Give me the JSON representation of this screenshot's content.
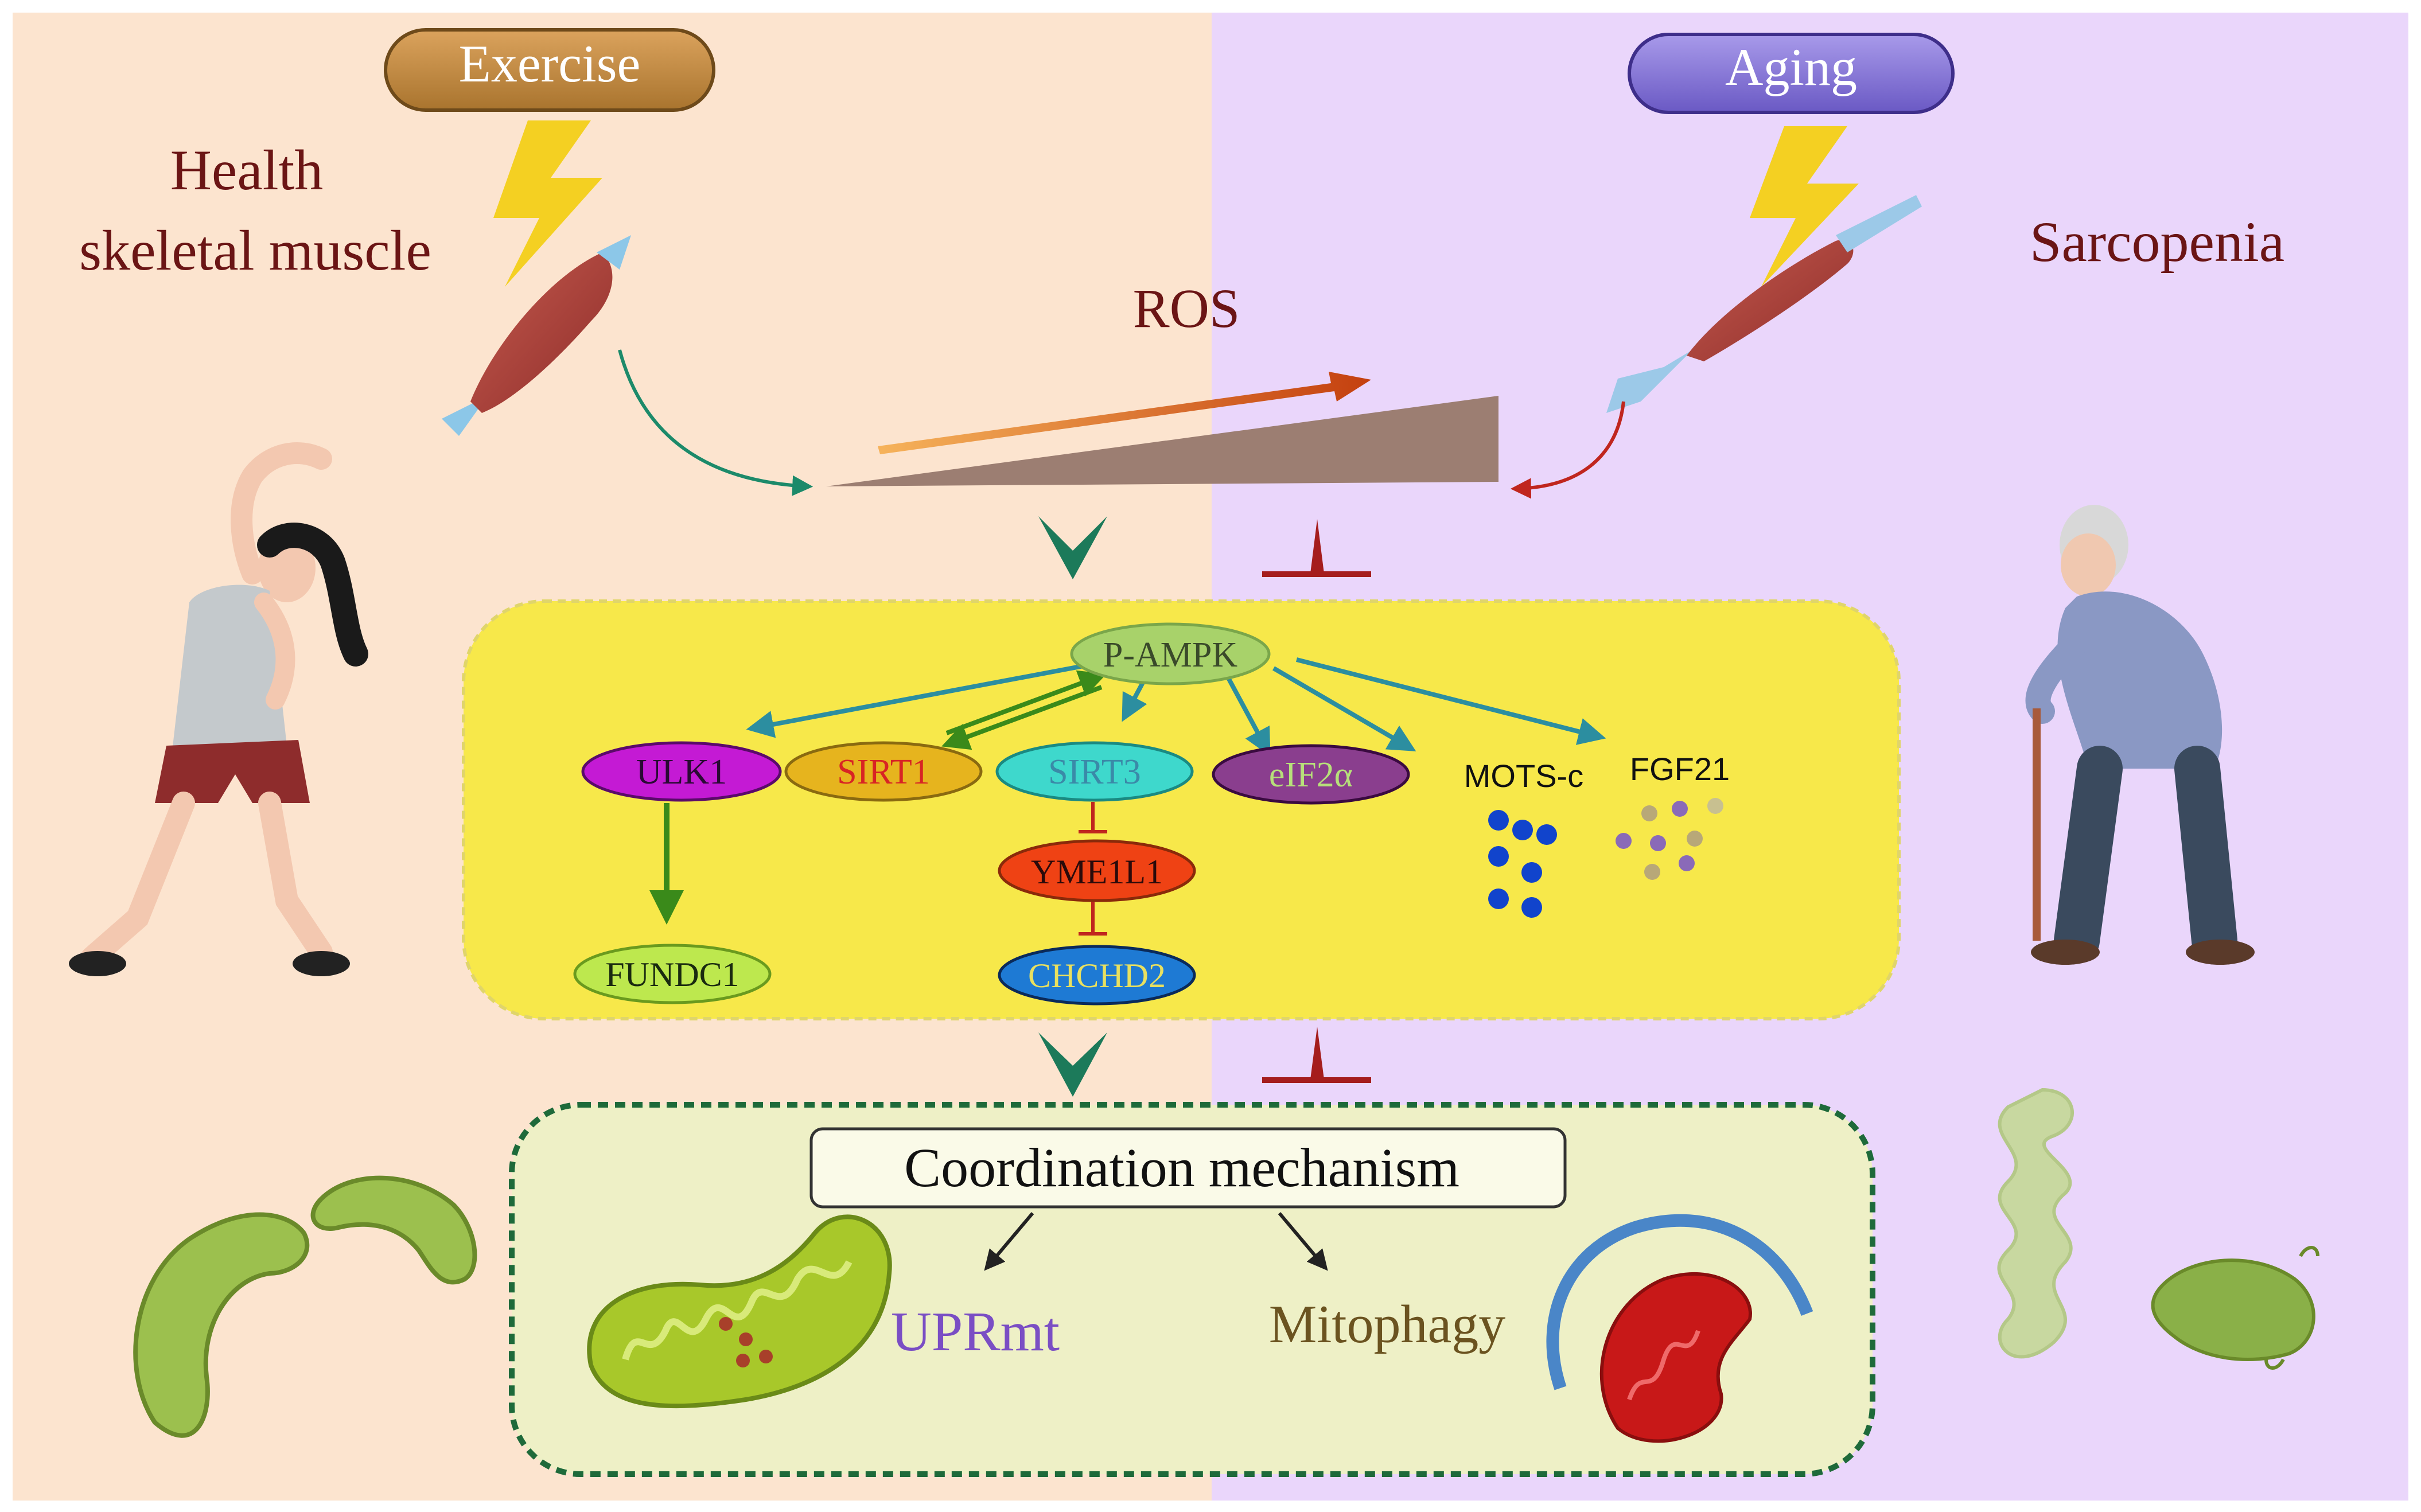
{
  "left_panel": {
    "trigger": "Exercise",
    "state_line1": "Health",
    "state_line2": "skeletal muscle"
  },
  "right_panel": {
    "trigger": "Aging",
    "state": "Sarcopenia"
  },
  "ros_label": "ROS",
  "pathway": {
    "hub": "P-AMPK",
    "nodes": {
      "ulk1": "ULK1",
      "sirt1": "SIRT1",
      "sirt3": "SIRT3",
      "eif2a": "eIF2α",
      "mots_c": "MOTS-c",
      "fgf21": "FGF21",
      "fundc1": "FUNDC1",
      "yme1l1": "YME1L1",
      "chchd2": "CHCHD2"
    }
  },
  "coordination": {
    "title": "Coordination mechanism",
    "uprmt": "UPRmt",
    "mitophagy": "Mitophagy"
  },
  "colors": {
    "left_bg": "#fce4cf",
    "right_bg": "#ead6fb",
    "pathway_box": "#f7e84a",
    "coordination_box": "#eef0c6",
    "promote_arrow": "#1c7a5a",
    "inhibit_marker": "#a51d1d"
  }
}
